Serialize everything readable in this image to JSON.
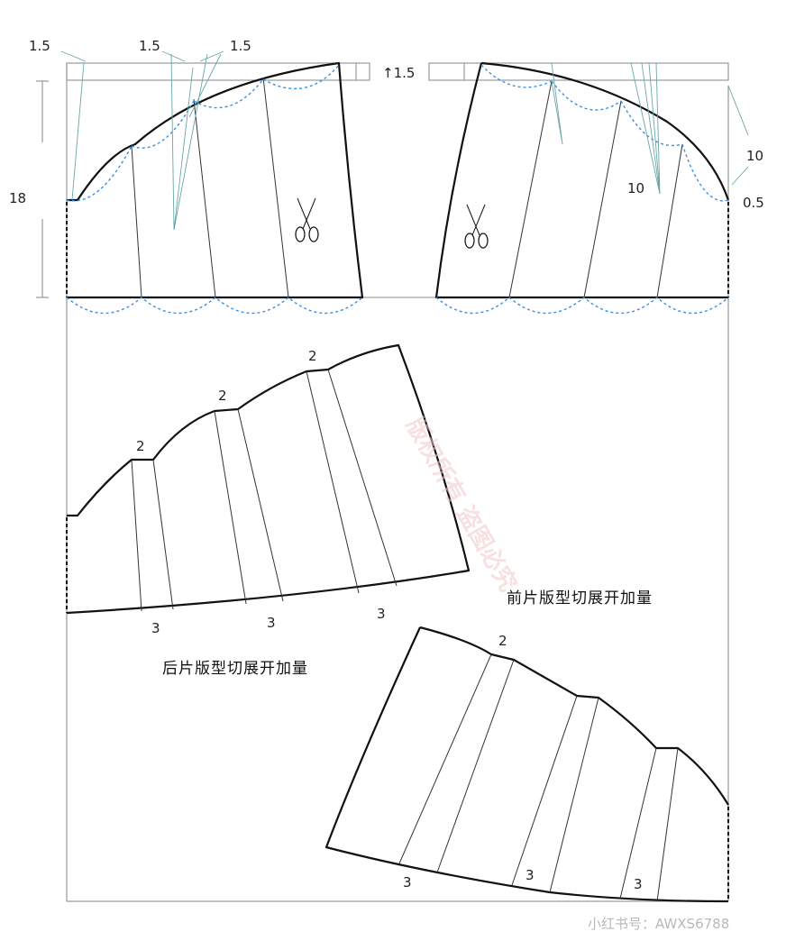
{
  "labels": {
    "top_left_a": "1.5",
    "top_mid_a": "1.5",
    "top_mid_b": "1.5",
    "rise": "↑1.5",
    "height": "18",
    "front_dart_a": "10",
    "front_dart_b": "10",
    "front_side": "0.5",
    "back_spread_1": "2",
    "back_spread_2": "2",
    "back_spread_3": "2",
    "back_hem_1": "3",
    "back_hem_2": "3",
    "back_hem_3": "3",
    "front_spread_1": "2",
    "front_hem_1": "3",
    "front_hem_2": "3",
    "front_hem_3": "3"
  },
  "captions": {
    "front": "前片版型切展开加量",
    "back": "后片版型切展开加量"
  },
  "watermark": {
    "text": "小红书号：AWXS6788",
    "faint": "版权所有 盗图必究"
  },
  "colors": {
    "outline": "#111111",
    "guide": "#3b8fe0",
    "dart": "#6aa6a6",
    "frame": "#9a9a9a"
  }
}
